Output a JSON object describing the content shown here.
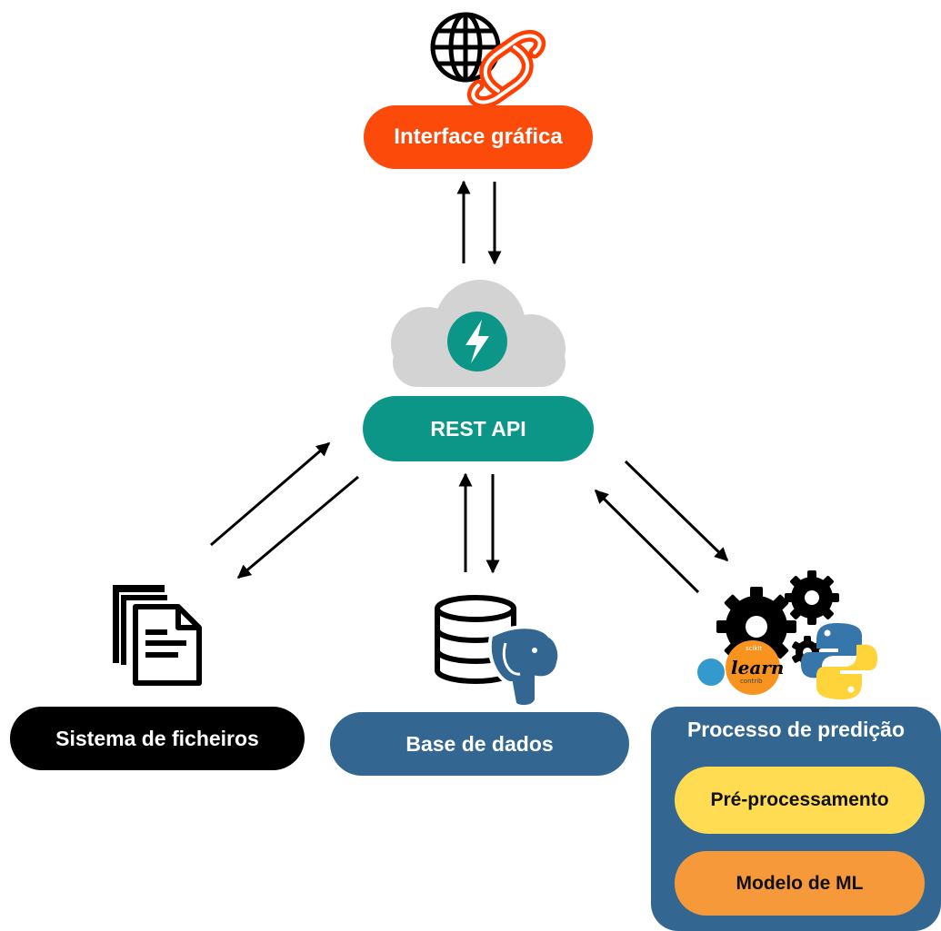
{
  "colors": {
    "frontend": "#fc4a0a",
    "api": "#0b9688",
    "files": "#000000",
    "database": "#336791",
    "prediction": "#336791",
    "preprocessing": "#ffdc52",
    "model": "#f6993b",
    "cloud": "#d3d3d3",
    "svelte": "#ff3e00",
    "python_blue": "#3776ab",
    "python_yellow": "#ffd43b",
    "sklearn_orange": "#f7931e",
    "sklearn_blue": "#3499cd"
  },
  "nodes": {
    "frontend": {
      "label": "Interface gráfica",
      "icons": [
        "globe-icon",
        "svelte-logo"
      ]
    },
    "api": {
      "label": "REST API",
      "icons": [
        "cloud-icon",
        "fastapi-logo"
      ]
    },
    "files": {
      "label": "Sistema de ficheiros",
      "icons": [
        "documents-icon"
      ]
    },
    "database": {
      "label": "Base de dados",
      "icons": [
        "database-icon",
        "postgresql-logo"
      ]
    },
    "prediction": {
      "label": "Processo de predição",
      "icons": [
        "gears-icon",
        "scikit-learn-logo",
        "python-logo"
      ],
      "steps": [
        {
          "label": "Pré-processamento"
        },
        {
          "label": "Modelo de ML"
        }
      ]
    }
  },
  "sklearn_logo": {
    "top": "scikit",
    "main": "learn",
    "bottom": "contrib"
  },
  "edges": [
    {
      "from": "frontend",
      "to": "api",
      "direction": "bidirectional"
    },
    {
      "from": "api",
      "to": "files",
      "direction": "bidirectional"
    },
    {
      "from": "api",
      "to": "database",
      "direction": "bidirectional"
    },
    {
      "from": "api",
      "to": "prediction",
      "direction": "bidirectional"
    }
  ]
}
